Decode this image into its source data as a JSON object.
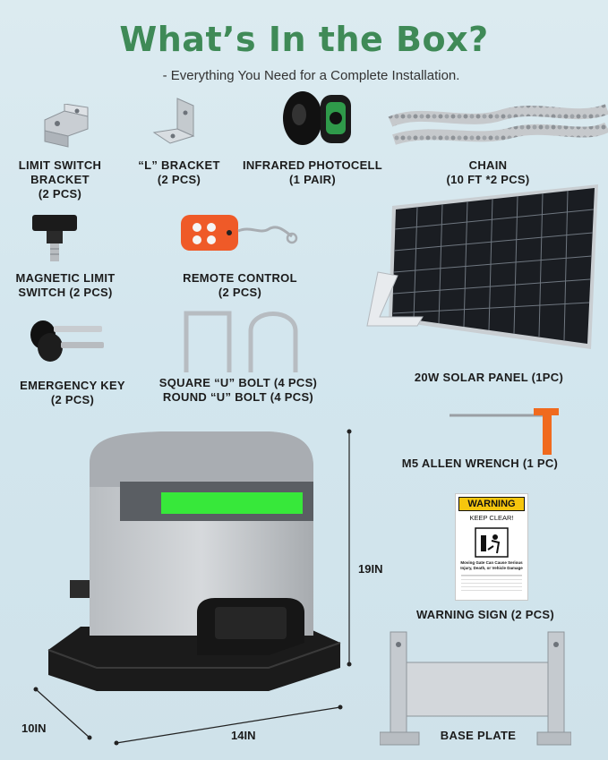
{
  "header": {
    "title": "What’s In the Box?",
    "subtitle": "- Everything You Need for a Complete Installation."
  },
  "items": {
    "limit_switch_bracket": [
      "LIMIT SWITCH",
      "BRACKET",
      "(2 PCS)"
    ],
    "l_bracket": [
      "“L” BRACKET",
      "(2 PCS)"
    ],
    "photocell": [
      "INFRARED PHOTOCELL",
      "(1 PAIR)"
    ],
    "chain": [
      "CHAIN",
      "(10 FT *2 PCS)"
    ],
    "magnetic_limit_switch": [
      "MAGNETIC LIMIT",
      "SWITCH (2 PCS)"
    ],
    "remote_control": [
      "REMOTE CONTROL",
      "(2 PCS)"
    ],
    "emergency_key": [
      "EMERGENCY KEY",
      "(2 PCS)"
    ],
    "u_bolt": [
      "SQUARE “U” BOLT (4 PCS)",
      "ROUND “U” BOLT (4 PCS)"
    ],
    "solar_panel": "20W SOLAR PANEL (1PC)",
    "allen_wrench": "M5 ALLEN WRENCH (1 PC)",
    "warning_sign": "WARNING SIGN (2 PCS)",
    "base_plate": "BASE PLATE"
  },
  "warning_card": {
    "header": "WARNING",
    "keep_clear": "KEEP CLEAR!",
    "lines": [
      "Moving Gate Can Cause Serious",
      "Injury, Death, or Vehicle Damage"
    ]
  },
  "dimensions": {
    "height": "19IN",
    "width": "14IN",
    "depth": "10IN"
  },
  "colors": {
    "title_green": "#3f8a57",
    "indicator_green": "#37e83a",
    "wrench_orange": "#f06a1e",
    "remote_orange": "#ef5a28"
  }
}
